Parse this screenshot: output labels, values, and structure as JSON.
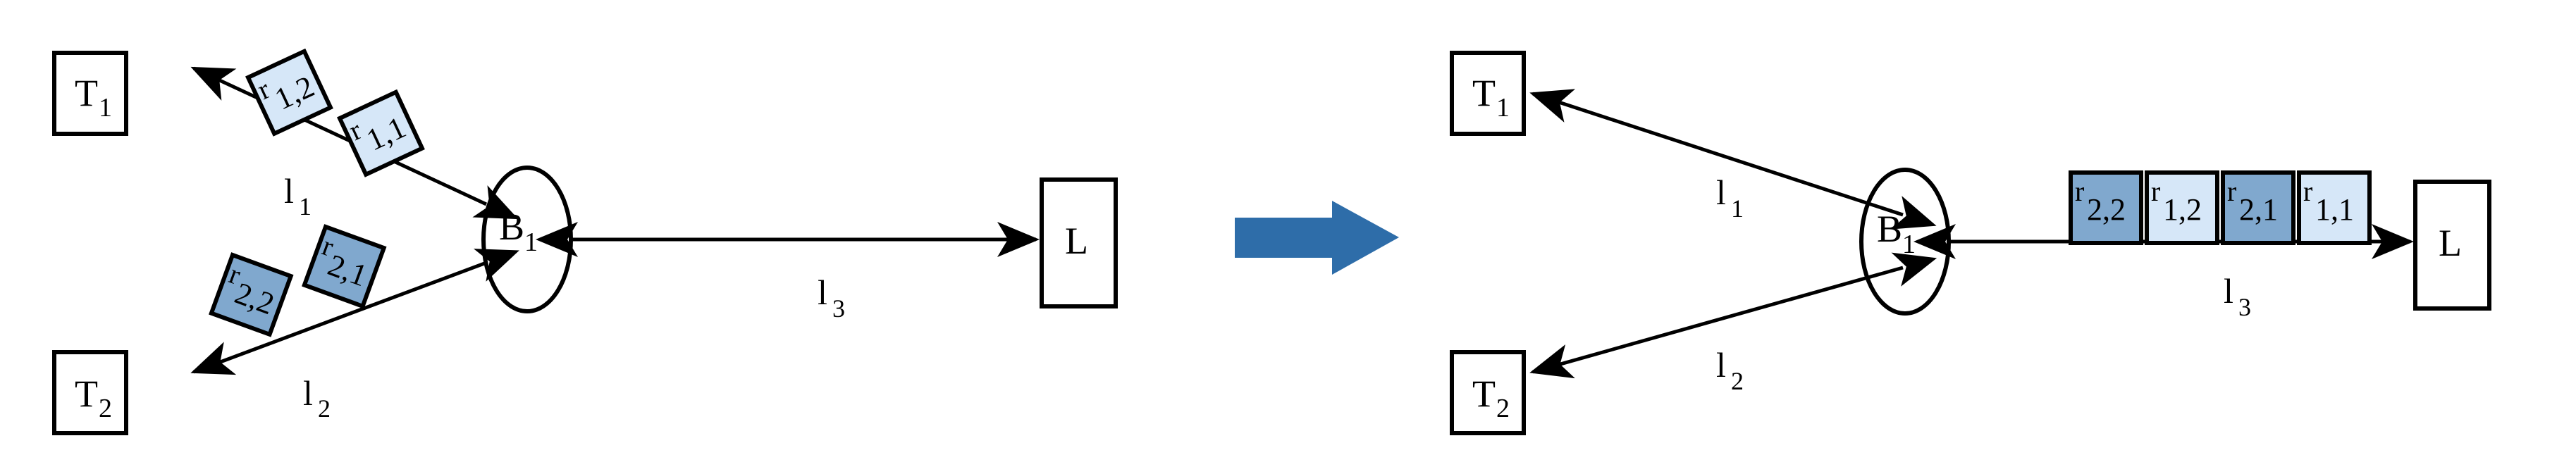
{
  "figure": {
    "type": "diagram",
    "description": "Two-panel schematic showing request tokens being regrouped from per-link queues onto a single shared link",
    "panels": [
      {
        "id": "before",
        "position": "left",
        "nodes": [
          {
            "id": "T1",
            "label": "T",
            "subscript": "1",
            "shape": "rect"
          },
          {
            "id": "T2",
            "label": "T",
            "subscript": "2",
            "shape": "rect"
          },
          {
            "id": "B1",
            "label": "B",
            "subscript": "1",
            "shape": "ellipse"
          },
          {
            "id": "L",
            "label": "L",
            "subscript": "",
            "shape": "rect"
          }
        ],
        "edges": [
          {
            "id": "l1",
            "label": "l",
            "subscript": "1",
            "from": "B1",
            "to": "T1",
            "arrow": "both"
          },
          {
            "id": "l2",
            "label": "l",
            "subscript": "2",
            "from": "B1",
            "to": "T2",
            "arrow": "both"
          },
          {
            "id": "l3",
            "label": "l",
            "subscript": "3",
            "from": "B1",
            "to": "L",
            "arrow": "both"
          }
        ],
        "tokens": [
          {
            "id": "r12",
            "label": "r",
            "subscript": "1,2",
            "on_edge": "l1",
            "tone": "light"
          },
          {
            "id": "r11",
            "label": "r",
            "subscript": "1,1",
            "on_edge": "l1",
            "tone": "light"
          },
          {
            "id": "r22",
            "label": "r",
            "subscript": "2,2",
            "on_edge": "l2",
            "tone": "dark"
          },
          {
            "id": "r21",
            "label": "r",
            "subscript": "2,1",
            "on_edge": "l2",
            "tone": "dark"
          }
        ]
      },
      {
        "id": "after",
        "position": "right",
        "nodes": [
          {
            "id": "T1",
            "label": "T",
            "subscript": "1",
            "shape": "rect"
          },
          {
            "id": "T2",
            "label": "T",
            "subscript": "2",
            "shape": "rect"
          },
          {
            "id": "B1",
            "label": "B",
            "subscript": "1",
            "shape": "ellipse"
          },
          {
            "id": "L",
            "label": "L",
            "subscript": "",
            "shape": "rect"
          }
        ],
        "edges": [
          {
            "id": "l1",
            "label": "l",
            "subscript": "1",
            "from": "B1",
            "to": "T1",
            "arrow": "both"
          },
          {
            "id": "l2",
            "label": "l",
            "subscript": "2",
            "from": "B1",
            "to": "T2",
            "arrow": "both"
          },
          {
            "id": "l3",
            "label": "l",
            "subscript": "3",
            "from": "B1",
            "to": "L",
            "arrow": "both"
          }
        ],
        "tokens": [
          {
            "id": "r22",
            "label": "r",
            "subscript": "2,2",
            "on_edge": "l3",
            "tone": "dark"
          },
          {
            "id": "r12",
            "label": "r",
            "subscript": "1,2",
            "on_edge": "l3",
            "tone": "light"
          },
          {
            "id": "r21",
            "label": "r",
            "subscript": "2,1",
            "on_edge": "l3",
            "tone": "dark"
          },
          {
            "id": "r11",
            "label": "r",
            "subscript": "1,1",
            "on_edge": "l3",
            "tone": "light"
          }
        ]
      }
    ],
    "transition_arrow": {
      "name": "right-arrow",
      "direction": "right",
      "color": "#2E6DA9"
    }
  },
  "colors": {
    "token_light_fill": "#D6E7F8",
    "token_dark_fill": "#80A8CE",
    "stroke": "#000000",
    "background": "#FFFFFF",
    "transition_arrow": "#2E6DA9"
  },
  "labels": {
    "T1": "T",
    "T1_sub": "1",
    "T2": "T",
    "T2_sub": "2",
    "B1": "B",
    "B1_sub": "1",
    "L": "L",
    "l1": "l",
    "l1_sub": "1",
    "l2": "l",
    "l2_sub": "2",
    "l3": "l",
    "l3_sub": "3",
    "r11": "r",
    "r11_sub": "1,1",
    "r12": "r",
    "r12_sub": "1,2",
    "r21": "r",
    "r21_sub": "2,1",
    "r22": "r",
    "r22_sub": "2,2"
  }
}
